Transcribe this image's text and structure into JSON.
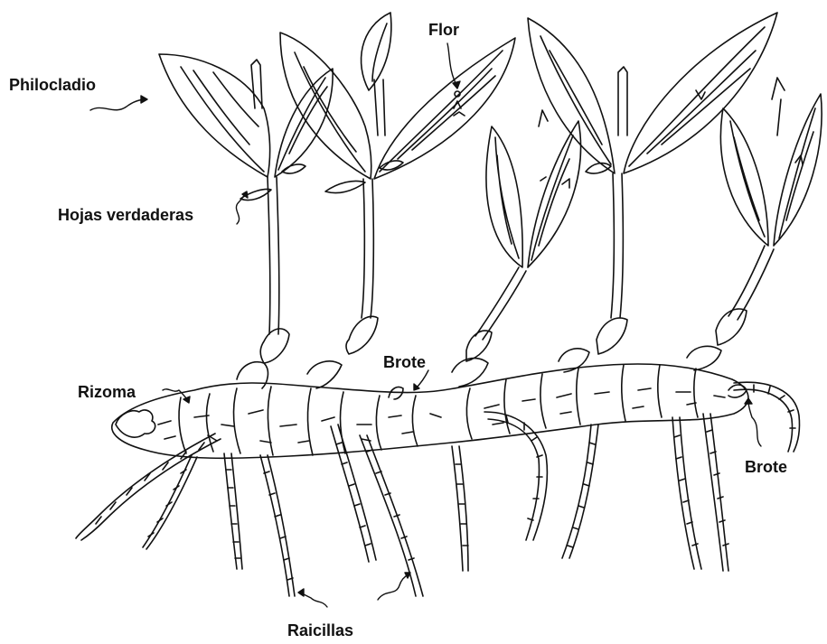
{
  "labels": {
    "philocladio": "Philocladio",
    "flor": "Flor",
    "hojas_verdaderas": "Hojas verdaderas",
    "brote_top": "Brote",
    "rizoma": "Rizoma",
    "brote_right": "Brote",
    "raicillas": "Raicillas"
  },
  "colors": {
    "ink": "#111111",
    "background": "#ffffff"
  }
}
